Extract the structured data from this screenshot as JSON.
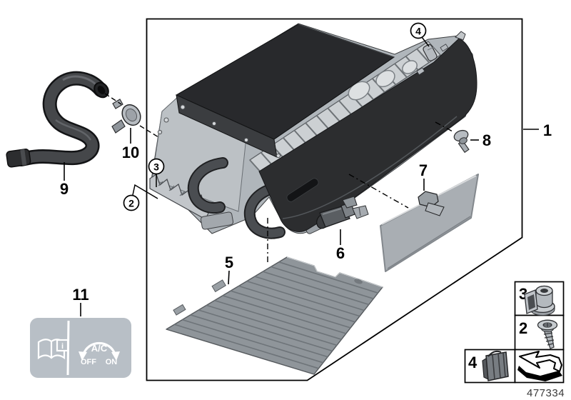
{
  "diagram": {
    "title": "glove-box-parts-diagram",
    "doc_number": "477334",
    "labels": {
      "part1": "1",
      "part2": "2",
      "part3": "3",
      "part4": "4",
      "part5": "5",
      "part6": "6",
      "part7": "7",
      "part8": "8",
      "part9": "9",
      "part10": "10",
      "part11": "11"
    },
    "legend": {
      "nut_row": "3",
      "screw_row": "2",
      "clip_row": "4",
      "arrow_icon": "direction-of-travel-arrow"
    },
    "sticker": {
      "ac": "A/C",
      "off": "OFF",
      "on": "ON",
      "info": "i",
      "book_icon": "owners-manual-book"
    },
    "colors": {
      "line": "#000000",
      "foam": "#28292c",
      "housing": "#b2b7bc",
      "door": "#2c2d2f",
      "mat": "#8f959a",
      "panel": "#a9aeb3",
      "sticker": "#b8bfc6"
    }
  }
}
